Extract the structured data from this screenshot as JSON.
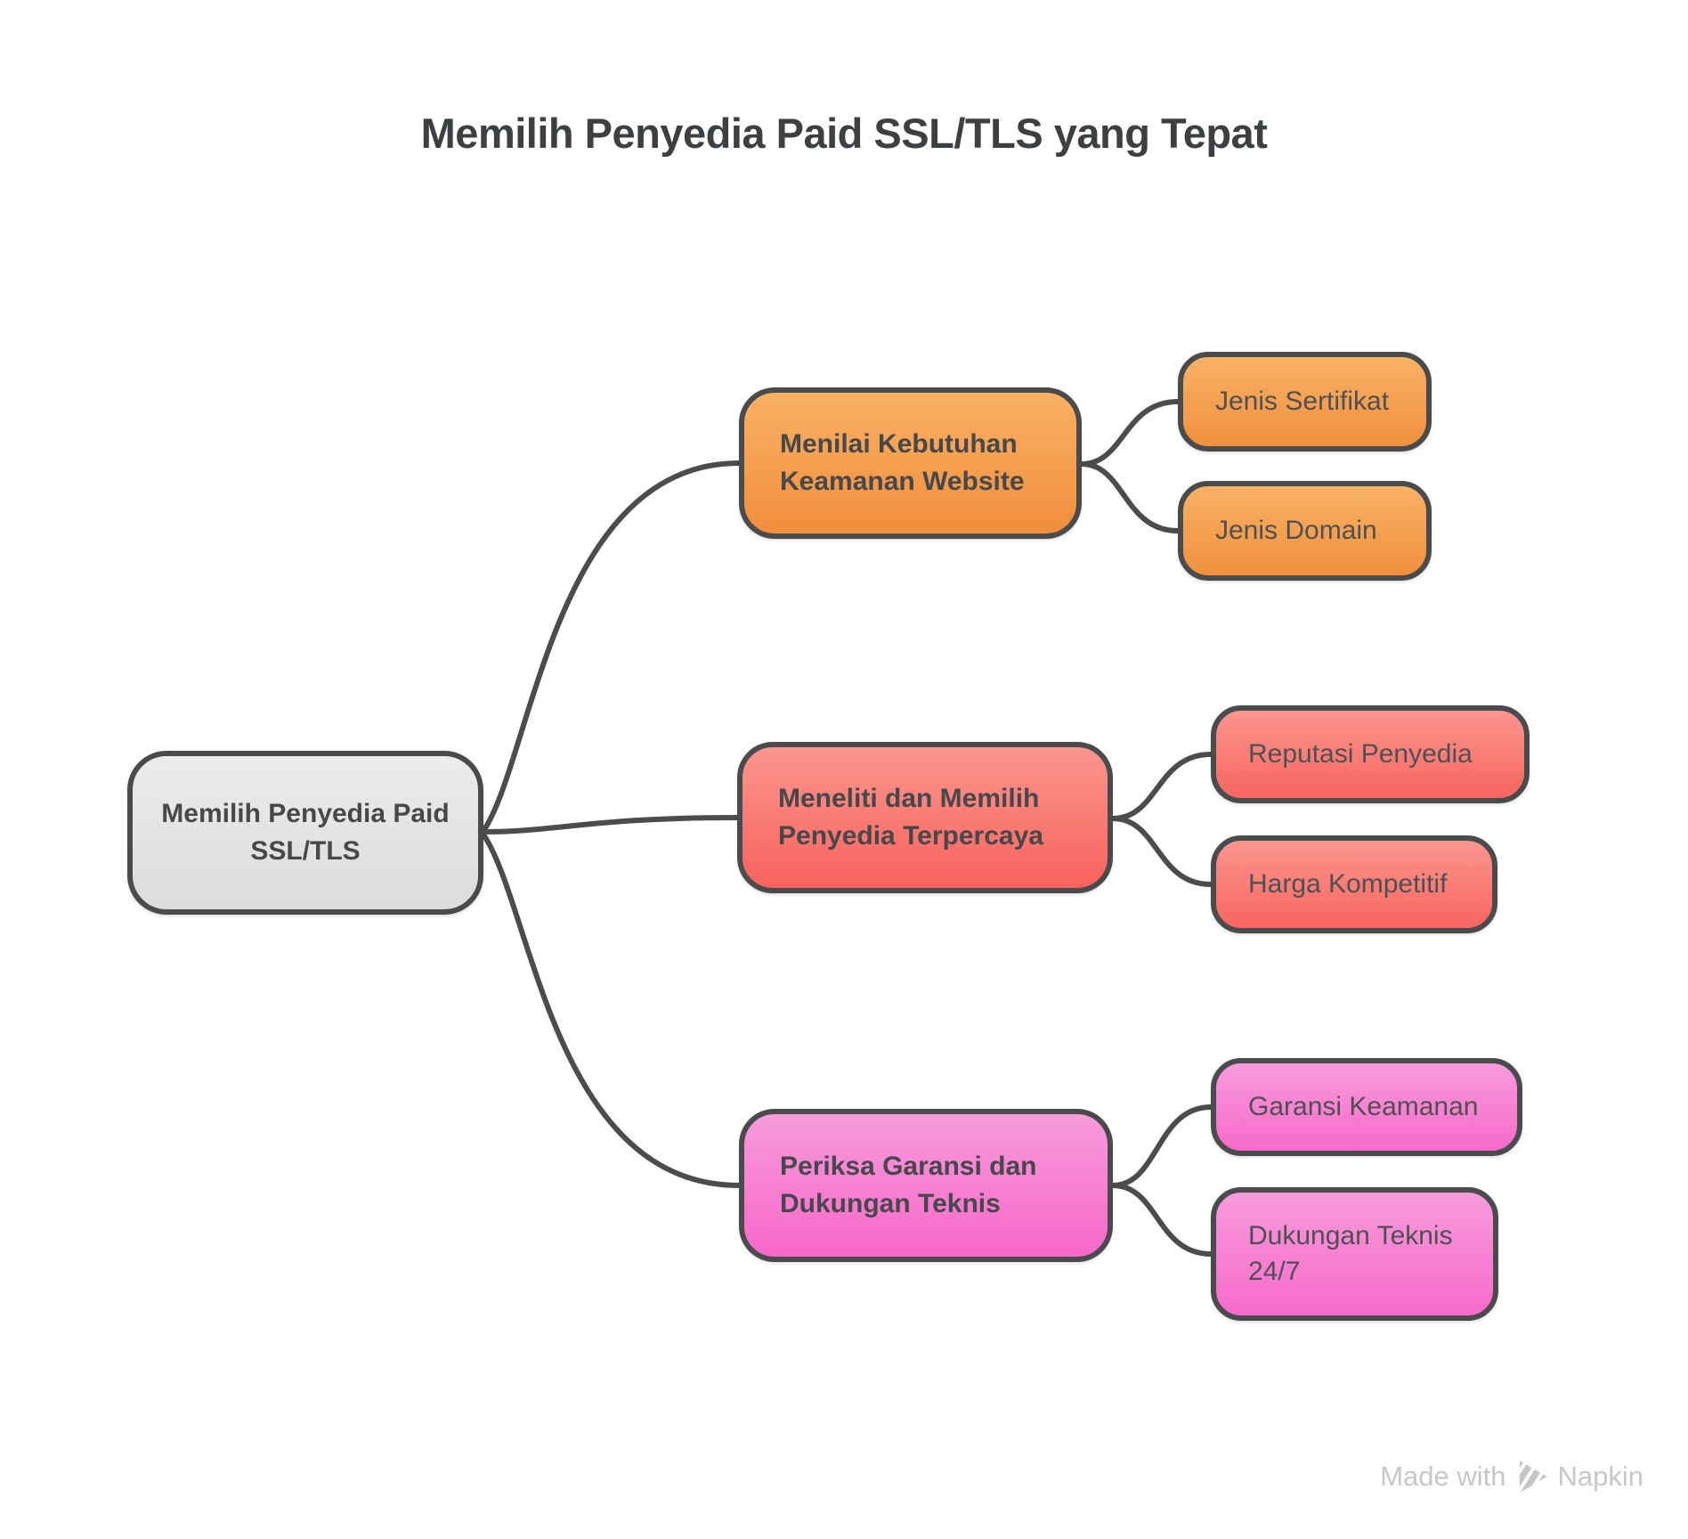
{
  "title": "Memilih Penyedia Paid SSL/TLS yang Tepat",
  "root": {
    "label": "Memilih Penyedia Paid SSL/TLS",
    "fill_top": "#ECECEC",
    "fill_bottom": "#DCDCDC"
  },
  "branches": [
    {
      "label": "Menilai Kebutuhan Keamanan Website",
      "color_top": "#F9B164",
      "color_bottom": "#F08E3C",
      "children": [
        {
          "label": "Jenis Sertifikat"
        },
        {
          "label": "Jenis Domain"
        }
      ]
    },
    {
      "label": "Meneliti dan Memilih Penyedia Terpercaya",
      "color_top": "#FA968E",
      "color_bottom": "#F8625C",
      "children": [
        {
          "label": "Reputasi Penyedia"
        },
        {
          "label": "Harga Kompetitif"
        }
      ]
    },
    {
      "label": "Periksa Garansi dan Dukungan Teknis",
      "color_top": "#F79BDC",
      "color_bottom": "#F767C9",
      "children": [
        {
          "label": "Garansi Keamanan"
        },
        {
          "label": "Dukungan Teknis 24/7"
        }
      ]
    }
  ],
  "connector_color": "#4B4C4E",
  "border_color": "#494B4D",
  "text_color": "#47484B",
  "watermark": {
    "prefix": "Made with",
    "brand": "Napkin",
    "color": "#C7C7C7"
  }
}
